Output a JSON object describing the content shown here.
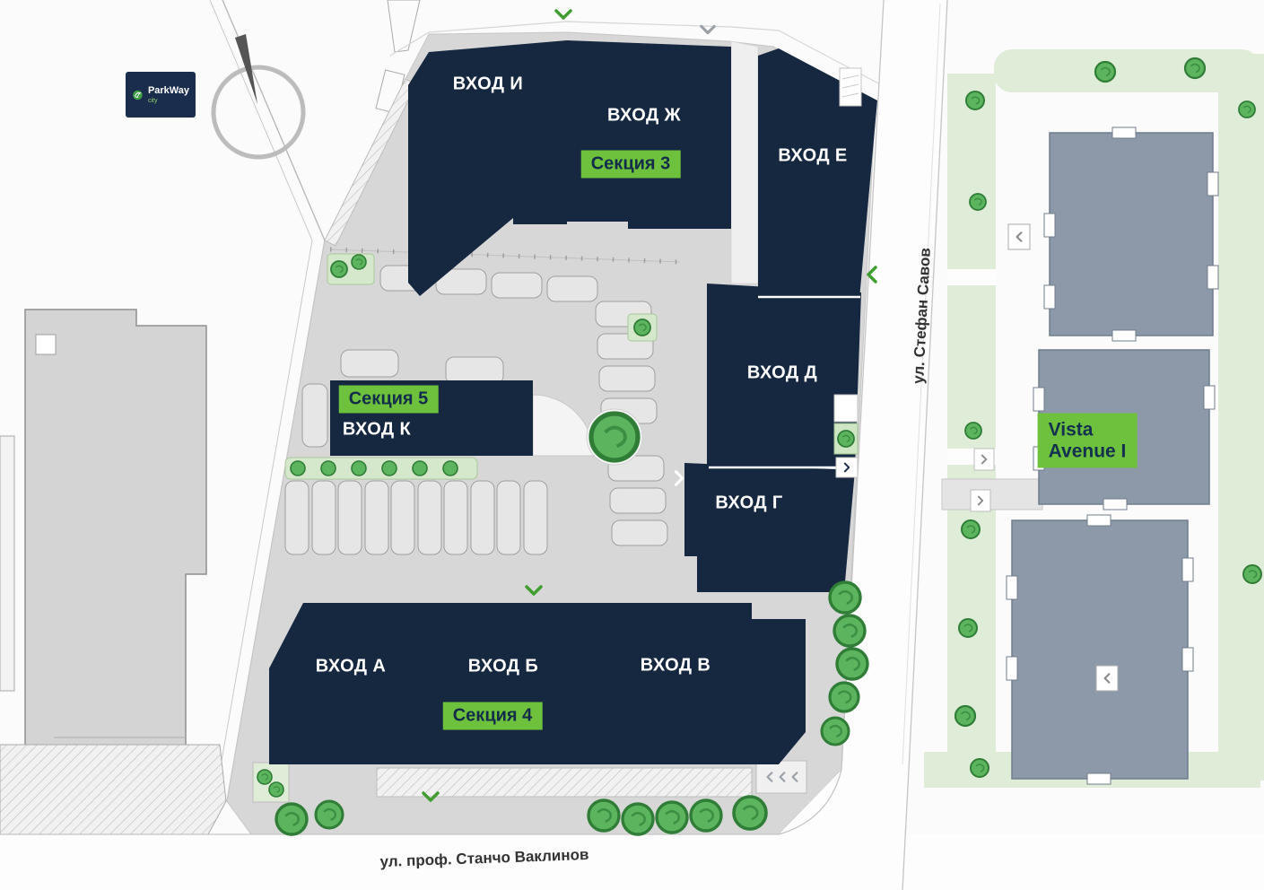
{
  "brand": {
    "name": "ParkWay",
    "suffix": "city"
  },
  "sections": {
    "s3": "Секция 3",
    "s4": "Секция 4",
    "s5": "Секция 5"
  },
  "entrances": {
    "i": "ВХОД И",
    "zh": "ВХОД Ж",
    "e": "ВХОД Е",
    "d": "ВХОД Д",
    "g": "ВХОД Г",
    "k": "ВХОД К",
    "a": "ВХОД А",
    "b": "ВХОД Б",
    "v": "ВХОД В"
  },
  "streets": {
    "vertical": "ул. Стефан Савов",
    "horizontal": "ул. проф. Станчо Ваклинов"
  },
  "neighbor": {
    "line1": "Vista",
    "line2": "Avenue I"
  },
  "colors": {
    "building_navy": "#162740",
    "accent_green": "#6ec13d",
    "label_navy": "#132c49",
    "parcel_gray": "#d7d7d7",
    "vista_building": "#8d99a9",
    "landscape_green": "#dfecd8",
    "tree_green": "#5cb55e",
    "road_white": "#fdfdfd"
  }
}
